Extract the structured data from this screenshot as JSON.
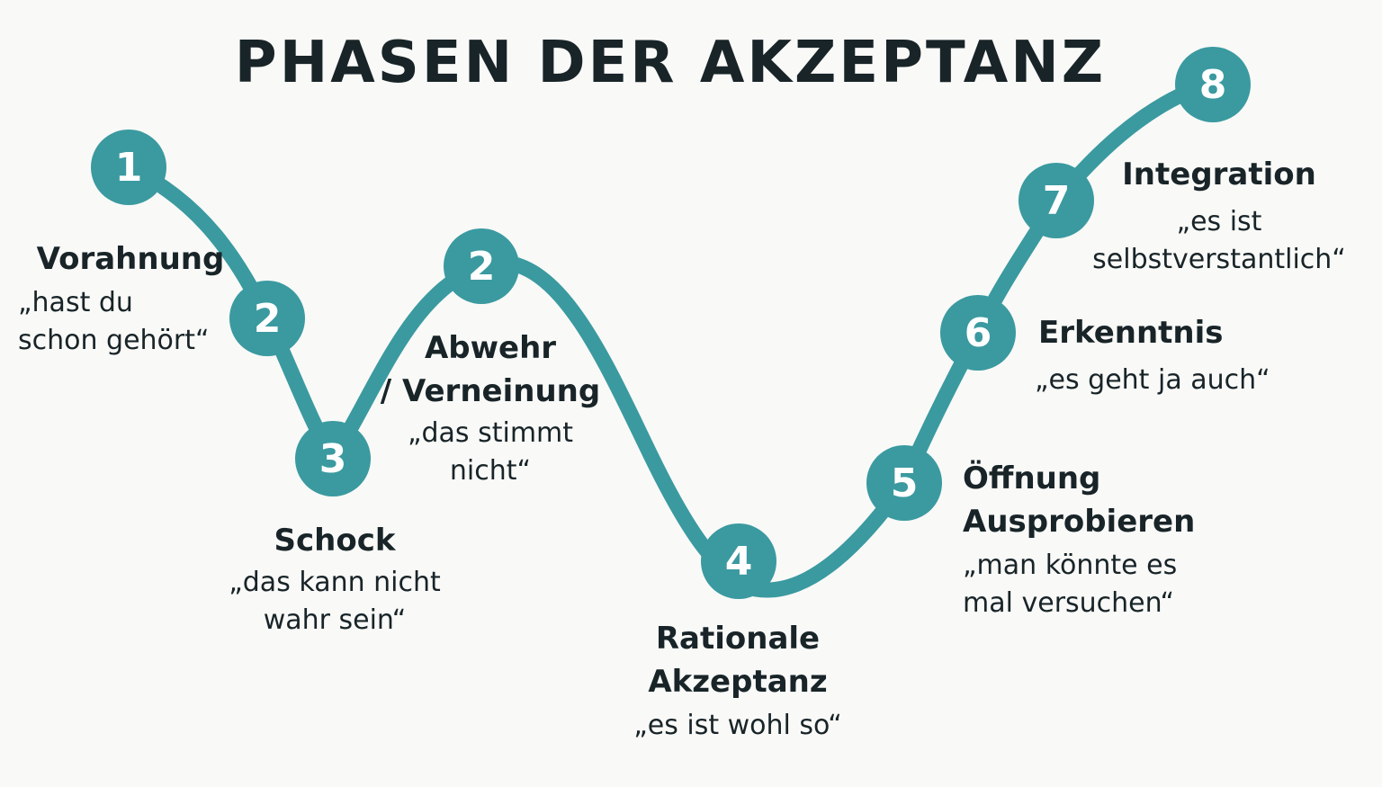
{
  "title": "PHASEN DER AKZEPTANZ",
  "colors": {
    "accent": "#3a9aa0",
    "text": "#182428",
    "background": "#f9f9f7"
  },
  "nodes": [
    "1",
    "2",
    "3",
    "2",
    "4",
    "5",
    "6",
    "7",
    "8"
  ],
  "phases": {
    "vorahnung": {
      "name": "Vorahnung",
      "quote": "„hast du\nschon gehört“"
    },
    "schock": {
      "name": "Schock",
      "quote": "„das kann nicht\nwahr sein“"
    },
    "abwehr": {
      "name": "Abwehr\n/ Verneinung",
      "quote": "„das stimmt\nnicht“"
    },
    "rationale": {
      "name": "Rationale\nAkzeptanz",
      "quote": "„es ist wohl so“"
    },
    "oeffnung": {
      "name": "Öffnung\nAusprobieren",
      "quote": "„man könnte es\nmal versuchen“"
    },
    "erkenntnis": {
      "name": "Erkenntnis",
      "quote": "„es geht ja auch“"
    },
    "integration": {
      "name": "Integration",
      "quote": "„es ist\nselbstverstantlich“"
    }
  }
}
